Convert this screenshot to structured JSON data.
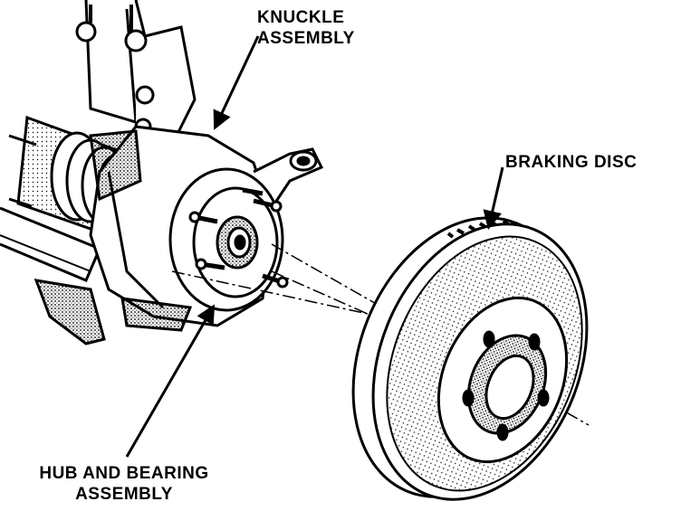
{
  "labels": {
    "knuckle_line1": "KNUCKLE",
    "knuckle_line2": "ASSEMBLY",
    "braking_disc": "BRAKING DISC",
    "hub_line1": "HUB AND BEARING",
    "hub_line2": "ASSEMBLY"
  },
  "colors": {
    "ink": "#000000",
    "paper": "#ffffff",
    "shade": "#8a8a8a"
  }
}
